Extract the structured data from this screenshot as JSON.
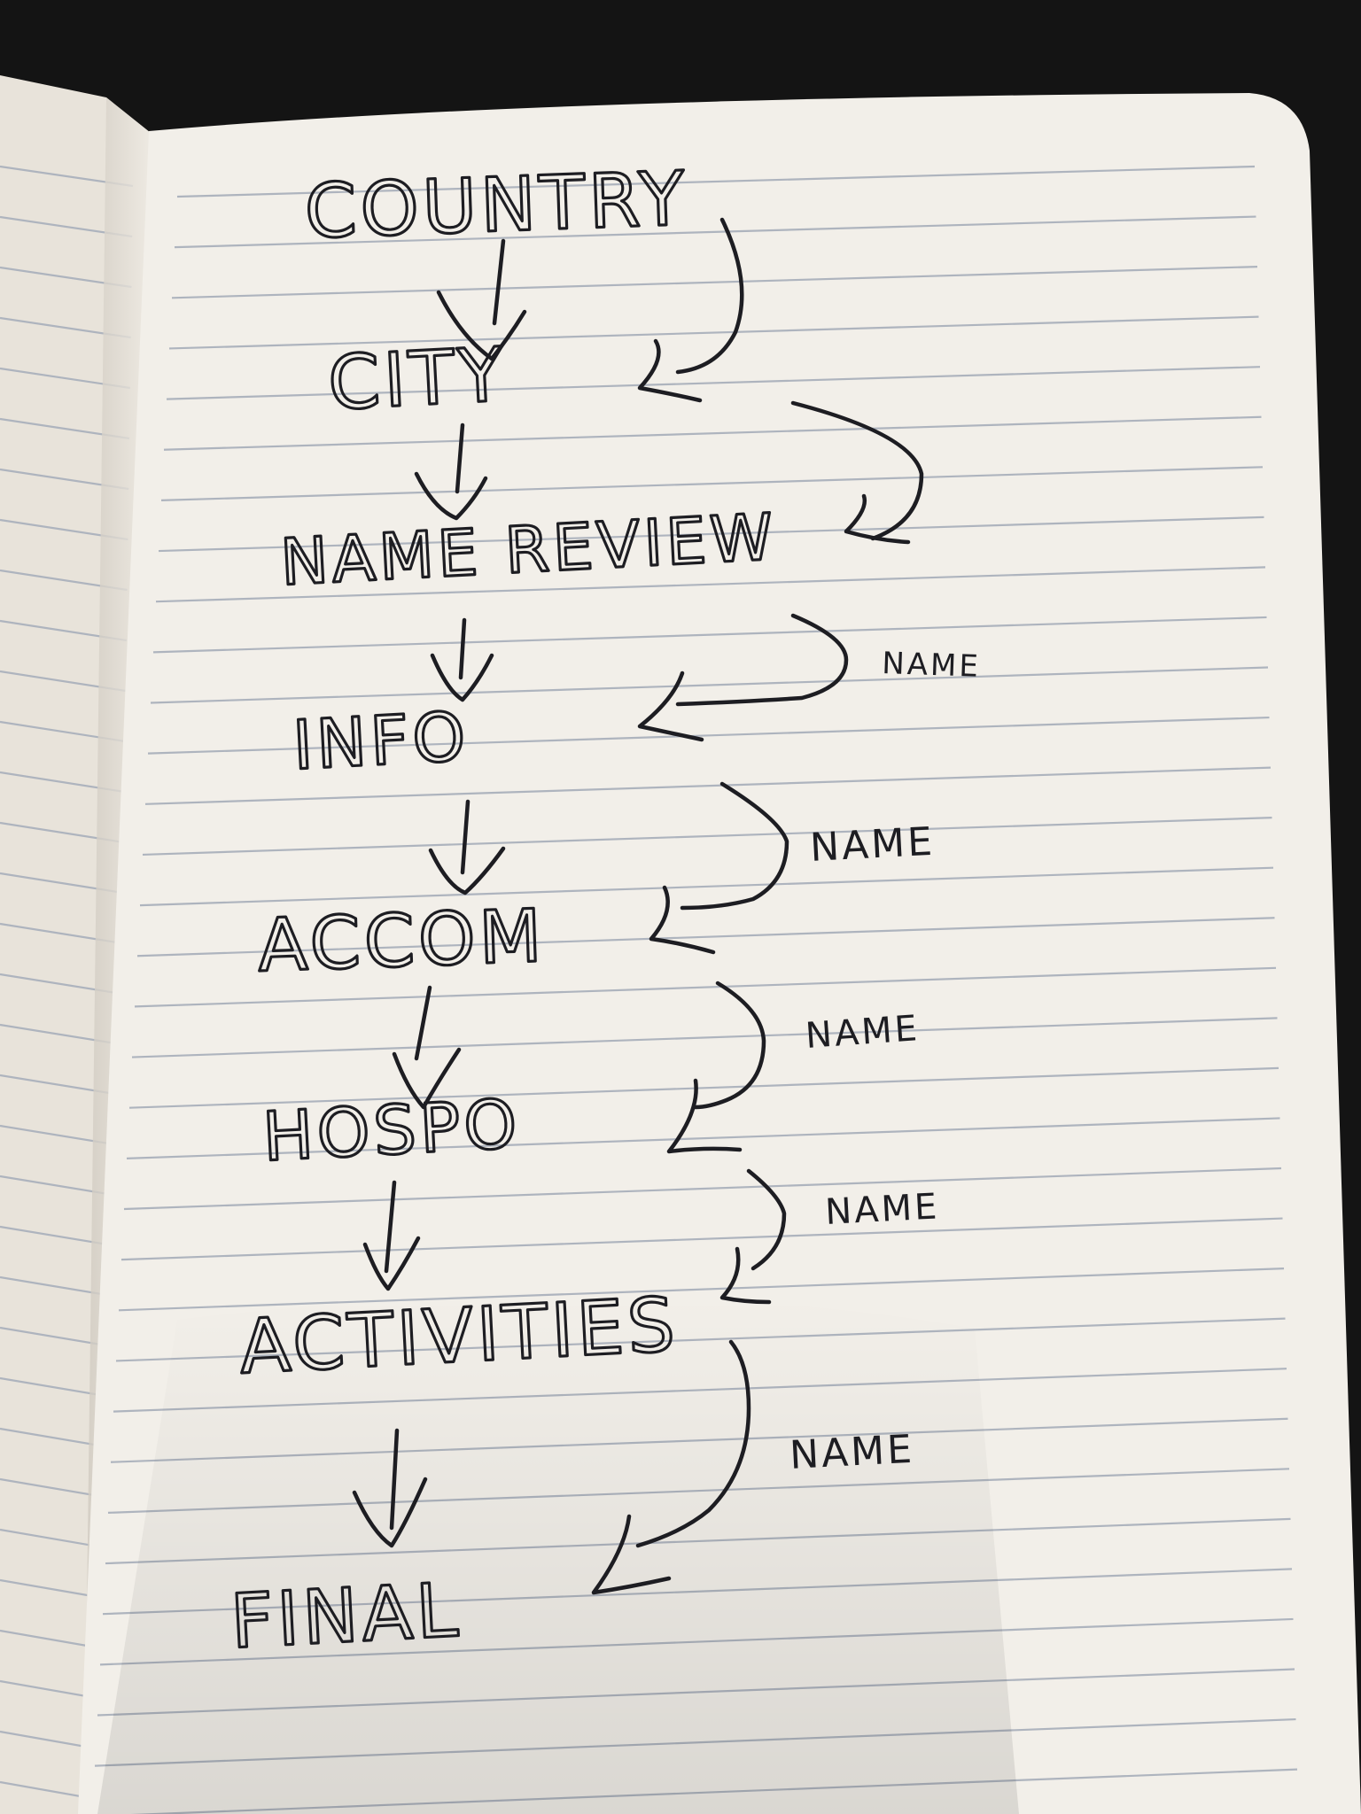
{
  "flow": {
    "nodes": [
      "COUNTRY",
      "CITY",
      "NAME REVIEW",
      "INFO",
      "ACCOM",
      "HOSPO",
      "ACTIVITIES",
      "FINAL"
    ],
    "loop_labels": [
      "NAME",
      "NAME",
      "NAME",
      "NAME",
      "NAME"
    ]
  },
  "colors": {
    "ink": "#1d1d22",
    "paper": "#f2efe9",
    "rule_line": "#aeb4be",
    "background": "#141414"
  }
}
